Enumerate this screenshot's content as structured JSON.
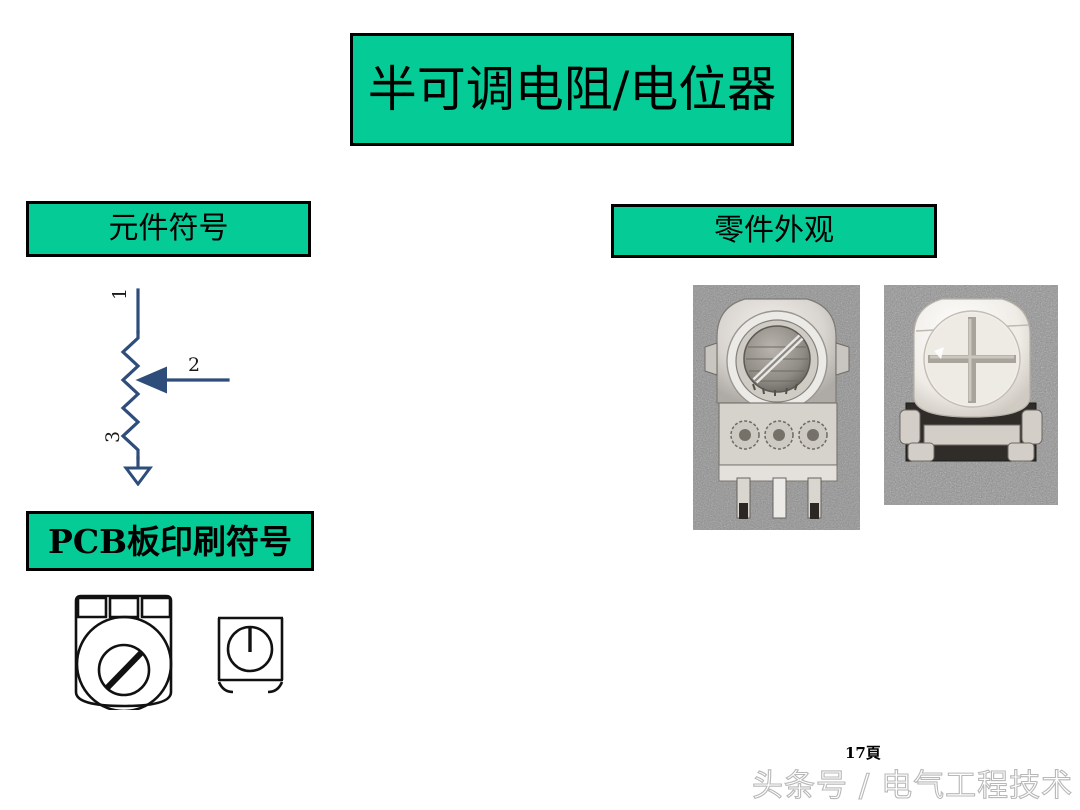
{
  "slide": {
    "title": "半可调电阻/电位器",
    "page_number": "17頁",
    "watermark": "头条号 / 电气工程技术",
    "accent_color": "#05CB96",
    "symbol_color": "#2E4D7B",
    "border_color": "#000000"
  },
  "sections": {
    "component_symbol": {
      "header": "元件符号",
      "terminals": [
        {
          "id": "1",
          "label": "1",
          "position": "top"
        },
        {
          "id": "2",
          "label": "2",
          "position": "right-wiper"
        },
        {
          "id": "3",
          "label": "3",
          "position": "bottom"
        }
      ]
    },
    "part_appearance": {
      "header": "零件外观",
      "photos": [
        {
          "name": "trimmer-potentiometer-front-view",
          "adjuster": "slotted-screw",
          "pin_count": 3
        },
        {
          "name": "white-trimmer-potentiometer",
          "adjuster": "cross-slot",
          "pin_count": 3
        }
      ]
    },
    "pcb_printed_symbol": {
      "header": "PCB板印刷符号",
      "symbols": [
        {
          "name": "round-body-three-pad-silkscreen",
          "adjuster": "diagonal-slot"
        },
        {
          "name": "square-body-silkscreen",
          "adjuster": "vertical-slot"
        }
      ]
    }
  }
}
